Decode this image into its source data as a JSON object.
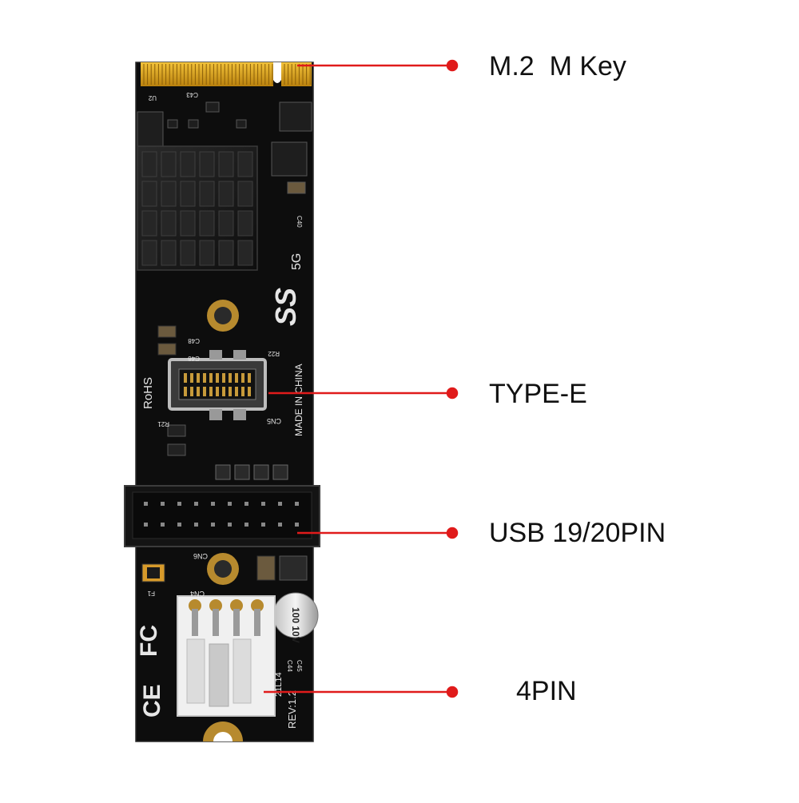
{
  "callouts": [
    {
      "id": "m2",
      "label": "M.2  M Key"
    },
    {
      "id": "type_e",
      "label": "TYPE-E"
    },
    {
      "id": "usb",
      "label": "USB 19/20PIN"
    },
    {
      "id": "pin4",
      "label": "4PIN"
    }
  ],
  "board_markings": {
    "ss_logo": "SS",
    "speed": "5G",
    "rohs": "RoHS",
    "made_in": "MADE IN CHINA",
    "revision": "REV:1.2",
    "capacitor": "100\n10V",
    "fc": "FC",
    "ce": "CE",
    "cn5": "CN5",
    "cn6": "CN6",
    "cn4": "CN4",
    "u2": "U2",
    "c43": "C43",
    "c46": "C46",
    "c48": "C48",
    "r21": "R21",
    "r22": "R22",
    "c40": "C40",
    "f1": "F1",
    "c44": "C44",
    "c45": "C45",
    "lot": "21L14"
  },
  "colors": {
    "pcb": "#0d0d0d",
    "gold": "#d9a21b",
    "callout_line": "#e01b1b",
    "heatsink": "#1b1b1b",
    "connector_white": "#f0f0f0"
  }
}
